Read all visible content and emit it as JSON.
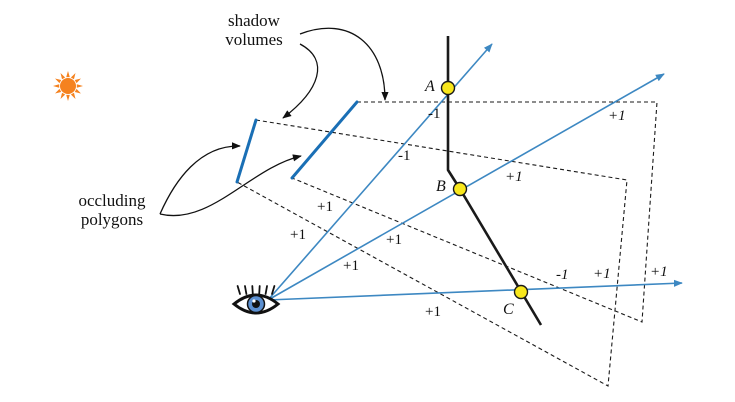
{
  "labels": {
    "shadow_volumes_line1": "shadow",
    "shadow_volumes_line2": "volumes",
    "occluding_polygons_line1": "occluding",
    "occluding_polygons_line2": "polygons"
  },
  "points": [
    "A",
    "B",
    "C"
  ],
  "counts": [
    {
      "text": "-1",
      "italic": false
    },
    {
      "text": "-1",
      "italic": false
    },
    {
      "text": "+1",
      "italic": true
    },
    {
      "text": "+1",
      "italic": true
    },
    {
      "text": "+1",
      "italic": false
    },
    {
      "text": "+1",
      "italic": false
    },
    {
      "text": "+1",
      "italic": false
    },
    {
      "text": "+1",
      "italic": false
    },
    {
      "text": "-1",
      "italic": true
    },
    {
      "text": "+1",
      "italic": true
    },
    {
      "text": "+1",
      "italic": true
    },
    {
      "text": "+1",
      "italic": false
    }
  ],
  "colors": {
    "ray": "#3d88c2",
    "occluder": "#1a6fb5",
    "sun": "#f5821f",
    "point_fill": "#f8e71c",
    "ink": "#111111"
  },
  "icons": {
    "light": "sun-icon",
    "viewer": "eye-icon"
  }
}
